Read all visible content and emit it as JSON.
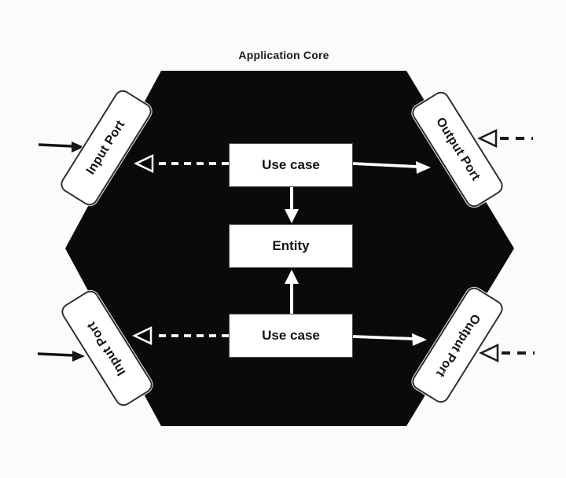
{
  "title": "Application Core",
  "nodes": {
    "use_case_top": "Use case",
    "entity": "Entity",
    "use_case_bottom": "Use case"
  },
  "ports": {
    "top_left": "Input Port",
    "top_right": "Output Port",
    "bottom_left": "Input Port",
    "bottom_right": "Output Port"
  },
  "colors": {
    "background": "#fbfbfb",
    "hexagon_fill": "#0a0a0a",
    "node_fill": "#ffffff",
    "node_border": "#4a4a4a",
    "port_border": "#2e2e2e",
    "arrow_on_dark": "#ffffff",
    "arrow_on_light": "#161616",
    "text": "#141414"
  }
}
